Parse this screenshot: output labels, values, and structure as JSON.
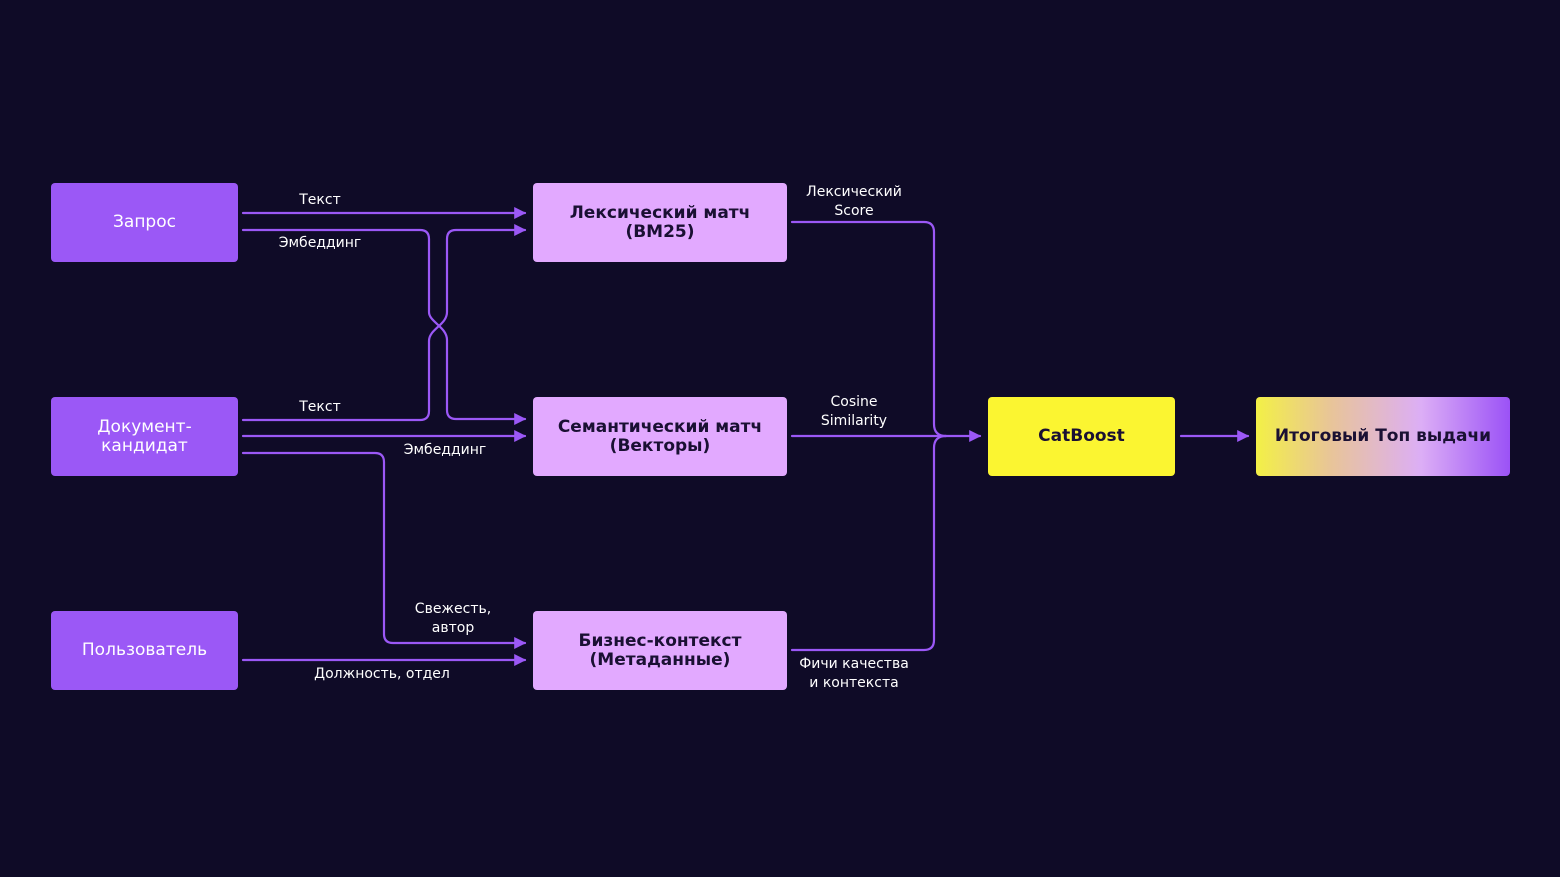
{
  "nodes": {
    "query": "Запрос",
    "document": "Документ-\nкандидат",
    "user": "Пользователь",
    "lexical": "Лексический матч\n(BM25)",
    "semantic": "Семантический матч\n(Векторы)",
    "business": "Бизнес-контекст\n(Метаданные)",
    "catboost": "CatBoost",
    "result": "Итоговый Топ выдачи"
  },
  "edges": {
    "query_text": "Текст",
    "query_embedding": "Эмбеддинг",
    "doc_text": "Текст",
    "doc_embedding": "Эмбеддинг",
    "doc_freshness": "Свежесть,\nавтор",
    "user_position": "Должность, отдел",
    "lexical_score": "Лексический\nScore",
    "cosine_similarity": "Cosine\nSimilarity",
    "quality_features": "Фичи качества\nи контекста"
  },
  "colors": {
    "background": "#0f0b27",
    "wire": "#9b58f6",
    "input_node": "#9b58f6",
    "match_node": "#e2a9ff",
    "model_node": "#fbf531"
  }
}
